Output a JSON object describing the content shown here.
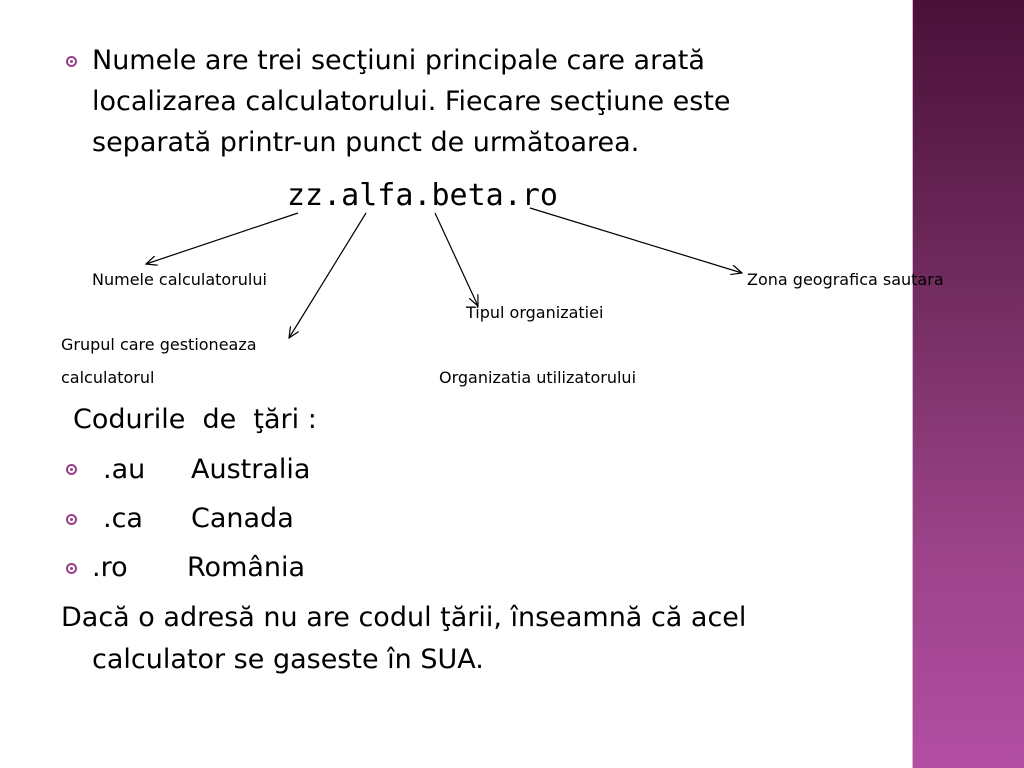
{
  "intro": {
    "line1": "Numele are trei secţiuni principale care arată",
    "line2": "localizarea calculatorului. Fiecare secţiune este",
    "line3": "separată printr-un punct de următoarea."
  },
  "domain_example": "zz.alfa.beta.ro",
  "diagram_labels": {
    "computer_name": "Numele calculatorului",
    "geo_zone": "Zona geografica sautara",
    "org_type": "Tipul organizatiei",
    "group_line1": "Grupul care gestioneaza",
    "group_line2": "calculatorul",
    "user_org": "Organizatia utilizatorului"
  },
  "codes": {
    "heading": "Codurile  de  ţări :",
    "items": [
      {
        "code": ".au",
        "country": "Australia"
      },
      {
        "code": ".ca",
        "country": "Canada"
      },
      {
        "code": ".ro",
        "country": "România"
      }
    ]
  },
  "footer": {
    "line1": "Dacă o adresă nu are codul ţării, înseamnă că acel",
    "line2": "calculator se gaseste în SUA."
  },
  "colors": {
    "bullet": "#9a3f88",
    "sidebar_top": "#4a1038",
    "sidebar_bottom": "#b24ea3"
  }
}
